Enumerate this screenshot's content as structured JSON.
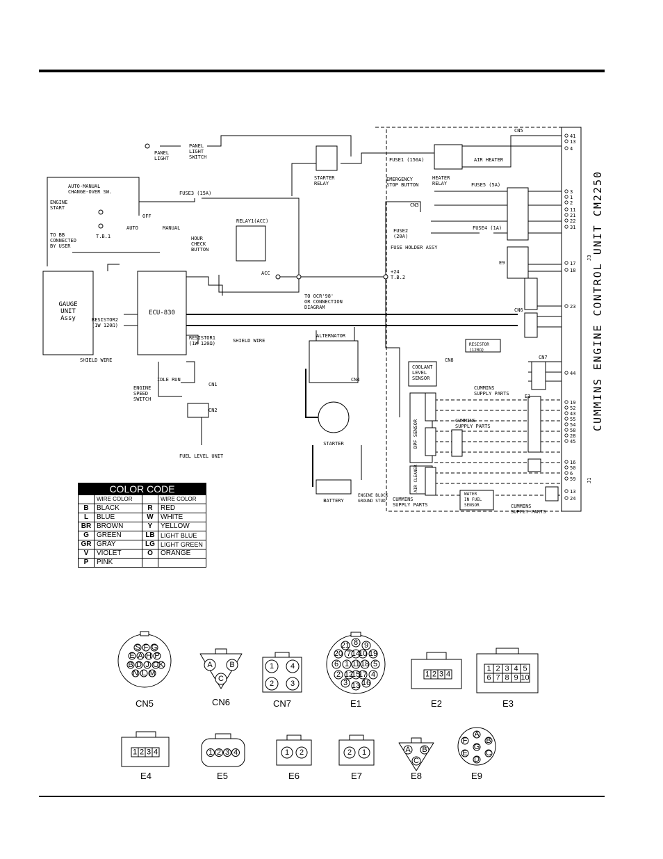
{
  "diagram": {
    "blocks": {
      "gauge_unit": "GAUGE\nUNIT\nAssy",
      "ecu": "ECU-830",
      "ecm": "CUMMINS  ENGINE  CONTROL  UNIT  CM2250",
      "alternator": "ALTERNATOR",
      "starter": "STARTER",
      "battery": "BATTERY",
      "coolant": "COOLANT\nLEVEL\nSENSOR",
      "dpf": "DPF SENSOR",
      "air_cleaner": "AIR CLEANER",
      "water_sensor": "WATER\nIN FUEL\nSENSOR",
      "relay1": "RELAY1(ACC)",
      "starter_relay": "STARTER\nRELAY",
      "heater_relay": "HEATER\nRELAY",
      "air_heater": "AIR HEATER",
      "fuel_level": "FUEL LEVEL UNIT",
      "fuse_holder": "FUSE HOLDER ASSY"
    },
    "labels": {
      "panel_light": "PANEL\nLIGHT",
      "panel_light_switch": "PANEL\nLIGHT\nSWITCH",
      "auto_manual": "AUTO-MANUAL\nCHANGE-OVER SW.",
      "engine_start": "ENGINE\nSTART",
      "to_bb": "TO BB\nCONNECTED\nBY USER",
      "tb1": "T.B.1",
      "off": "OFF",
      "auto": "AUTO",
      "manual": "MANUAL",
      "hour_check": "HOUR\nCHECK\nBUTTON",
      "fuse3": "FUSE3 (15A)",
      "fuse1": "FUSE1 (150A)",
      "fuse2": "FUSE2\n(20A)",
      "fuse4": "FUSE4 (1A)",
      "fuse5": "FUSE5 (5A)",
      "emergency_stop": "EMERGENCY\nSTOP BUTTON",
      "acc": "ACC",
      "plus24": "+24\nT.B.2",
      "to_ocr": "TO OCR'98'\nOR CONNECTION\nDIAGRAM",
      "resistor1": "RESISTOR1\n(1W 120Ω)",
      "resistor2": "RESISTOR2\n(1W 120Ω)",
      "resistor_e8": "RESISTOR\n(120Ω)",
      "shield_wire": "SHIELD WIRE",
      "engine_speed": "ENGINE\nSPEED\nSWITCH",
      "idle_run": "IDLE  RUN",
      "engine_block": "ENGINE BLOCK\nGROUND STUD",
      "cummins_supply": "CUMMINS\nSUPPLY PARTS",
      "cn1": "CN1",
      "cn2": "CN2",
      "cn3": "CN3",
      "cn4": "CN4",
      "cn5": "CN5",
      "cn6": "CN6",
      "cn7": "CN7",
      "cn8": "CN8",
      "e1": "E1",
      "e2": "E2",
      "e3": "E3",
      "e4": "E4",
      "e5": "E5",
      "e6": "E6",
      "e7": "E7",
      "e8": "E8",
      "e9": "E9",
      "j1": "J1",
      "j3": "J3"
    },
    "ecm_pins": [
      "41",
      "13",
      "4",
      "3",
      "1",
      "2",
      "11",
      "21",
      "22",
      "31",
      "17",
      "18",
      "23",
      "44",
      "19",
      "52",
      "43",
      "55",
      "54",
      "58",
      "28",
      "45",
      "16",
      "50",
      "6",
      "59",
      "13",
      "24"
    ]
  },
  "color_code": {
    "title": "COLOR CODE",
    "col_header": "WIRE COLOR",
    "rows": [
      {
        "c1": "B",
        "n1": "BLACK",
        "c2": "R",
        "n2": "RED"
      },
      {
        "c1": "L",
        "n1": "BLUE",
        "c2": "W",
        "n2": "WHITE"
      },
      {
        "c1": "BR",
        "n1": "BROWN",
        "c2": "Y",
        "n2": "YELLOW"
      },
      {
        "c1": "G",
        "n1": "GREEN",
        "c2": "LB",
        "n2": "LIGHT BLUE"
      },
      {
        "c1": "GR",
        "n1": "GRAY",
        "c2": "LG",
        "n2": "LIGHT GREEN"
      },
      {
        "c1": "V",
        "n1": "VIOLET",
        "c2": "O",
        "n2": "ORANGE"
      },
      {
        "c1": "P",
        "n1": "PINK",
        "c2": "",
        "n2": ""
      }
    ]
  },
  "connectors": {
    "cn5": {
      "label": "CN5",
      "pins": [
        "S",
        "F",
        "G",
        "E",
        "A",
        "H",
        "P",
        "B",
        "D",
        "J",
        "C",
        "K",
        "N",
        "L",
        "M"
      ]
    },
    "cn6": {
      "label": "CN6",
      "pins": [
        "A",
        "B",
        "C"
      ]
    },
    "cn7": {
      "label": "CN7",
      "pins": [
        "1",
        "4",
        "2",
        "3"
      ]
    },
    "e1": {
      "label": "E1",
      "pins": [
        "21",
        "8",
        "9",
        "20",
        "7",
        "10",
        "19",
        "6",
        "1",
        "11",
        "18",
        "5",
        "2",
        "12",
        "17",
        "4",
        "3",
        "13",
        "16",
        "15",
        "14"
      ]
    },
    "e2": {
      "label": "E2",
      "pins": [
        "1",
        "2",
        "3",
        "4"
      ]
    },
    "e3": {
      "label": "E3",
      "pins": [
        "1",
        "2",
        "3",
        "4",
        "5",
        "6",
        "7",
        "8",
        "9",
        "10"
      ]
    },
    "e4": {
      "label": "E4",
      "pins": [
        "1",
        "2",
        "3",
        "4"
      ]
    },
    "e5": {
      "label": "E5",
      "pins": [
        "1",
        "2",
        "3",
        "4"
      ]
    },
    "e6": {
      "label": "E6",
      "pins": [
        "1",
        "2"
      ]
    },
    "e7": {
      "label": "E7",
      "pins": [
        "2",
        "1"
      ]
    },
    "e8": {
      "label": "E8",
      "pins": [
        "A",
        "B",
        "C"
      ]
    },
    "e9": {
      "label": "E9",
      "pins": [
        "A",
        "B",
        "C",
        "D",
        "E",
        "F",
        "G"
      ]
    }
  }
}
